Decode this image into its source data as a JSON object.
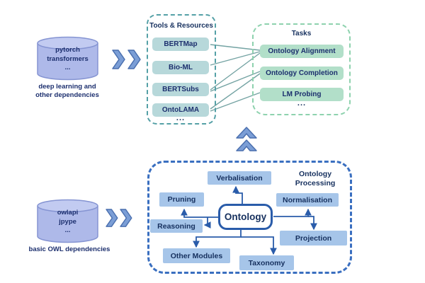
{
  "deep_deps": {
    "cylinder_text": "pytorch\ntransformers\n...",
    "caption": "deep learning and\nother dependencies"
  },
  "owl_deps": {
    "cylinder_text": "owlapi\njpype\n...",
    "caption": "basic OWL dependencies"
  },
  "tools": {
    "title": "Tools & Resources",
    "items": [
      "BERTMap",
      "Bio-ML",
      "BERTSubs",
      "OntoLAMA"
    ],
    "more": "..."
  },
  "tasks": {
    "title": "Tasks",
    "items": [
      "Ontology Alignment",
      "Ontology Completion",
      "LM Probing"
    ],
    "more": "..."
  },
  "processing": {
    "title": "Ontology\nProcessing",
    "center_label": "Ontology",
    "modules": {
      "verbalisation": "Verbalisation",
      "pruning": "Pruning",
      "reasoning": "Reasoning",
      "other_modules": "Other Modules",
      "taxonomy": "Taxonomy",
      "normalisation": "Normalisation",
      "projection": "Projection"
    }
  },
  "connections": [
    {
      "from": "BERTMap",
      "to": "Ontology Alignment"
    },
    {
      "from": "Bio-ML",
      "to": "Ontology Alignment"
    },
    {
      "from": "BERTSubs",
      "to": "Ontology Alignment"
    },
    {
      "from": "BERTSubs",
      "to": "Ontology Completion"
    },
    {
      "from": "OntoLAMA",
      "to": "Ontology Completion"
    },
    {
      "from": "OntoLAMA",
      "to": "LM Probing"
    }
  ],
  "colors": {
    "tools_border": "#54a0a6",
    "tools_button": "#b7d8da",
    "tasks_border": "#8ed2ae",
    "tasks_button": "#b2dfc9",
    "processing_border": "#3a6fc0",
    "module_fill": "#a6c5e9",
    "arrow": "#2a5caa",
    "connector_line": "#74a3a3",
    "cylinder_fill": "#aeb9e9",
    "chevron_fill": "#7b9ed6",
    "text": "#1c2f6e"
  }
}
